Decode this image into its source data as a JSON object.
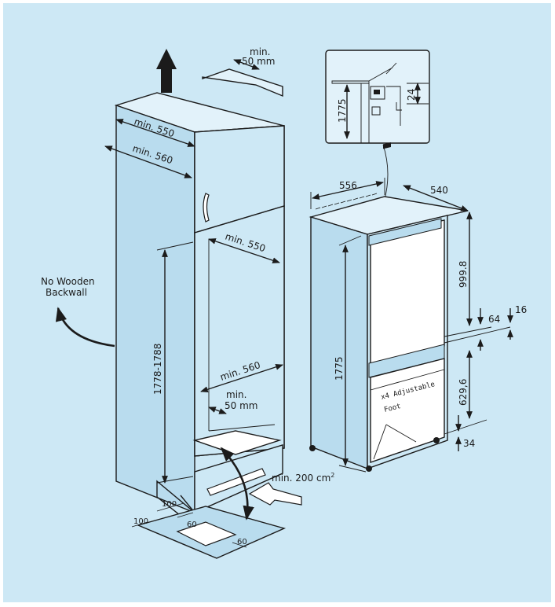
{
  "colors": {
    "background": "#cde8f5",
    "line": "#1b1b1b",
    "side_face": "#b9dcee",
    "top_face": "#e2f2fa"
  },
  "labels": {
    "top_gap": [
      "min.",
      "50 mm"
    ],
    "cabinet_width_top": "min. 550",
    "cabinet_depth_top": "min. 560",
    "no_wooden_backwall": [
      "No Wooden",
      "Backwall"
    ],
    "inner_width": "min. 550",
    "niche_height": "1778-1788",
    "inner_depth": "min. 560",
    "rear_gap": [
      "min.",
      "50 mm"
    ],
    "ventilation": "min. 200 cm",
    "ventilation_sup": "2",
    "vent_100_top": "100",
    "vent_100_left": "100",
    "vent_60_inner": "60",
    "vent_60_right": "60",
    "detail_1775": "1775",
    "detail_24": "24",
    "fridge_width": "556",
    "fridge_depth": "540",
    "upper_door": "999.8",
    "gap_64": "64",
    "gap_16": "16",
    "lower_door": "629,6",
    "fridge_height": "1775",
    "adjustable_foot": [
      "x4 Adjustable",
      "Foot"
    ],
    "foot_34": "34"
  }
}
